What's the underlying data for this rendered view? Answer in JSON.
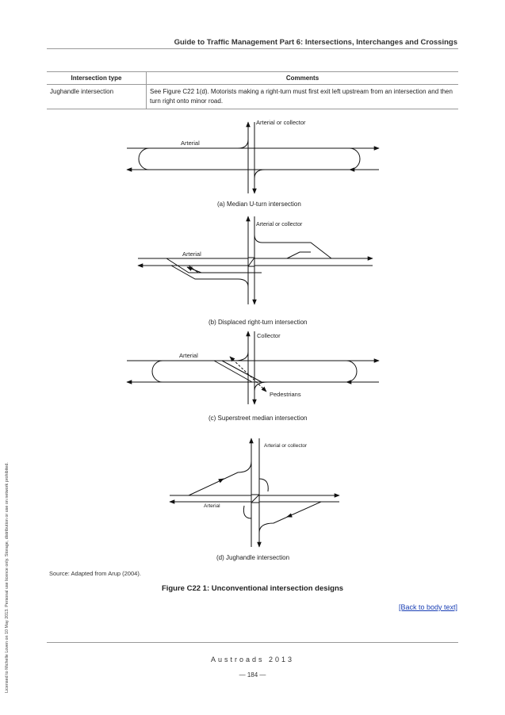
{
  "header": {
    "title": "Guide to Traffic Management Part 6: Intersections, Interchanges and Crossings"
  },
  "table": {
    "columns": [
      "Intersection type",
      "Comments"
    ],
    "rows": [
      {
        "type": "Jughandle intersection",
        "comment": "See Figure C22 1(d). Motorists making a right-turn must first exit left upstream from an intersection and then turn right onto minor road."
      }
    ]
  },
  "diagrams": {
    "a": {
      "caption": "(a)    Median U-turn intersection",
      "label_minor": "Arterial or collector",
      "label_major": "Arterial"
    },
    "b": {
      "caption": "(b)    Displaced right-turn intersection",
      "label_minor": "Arterial or collector",
      "label_major": "Arterial"
    },
    "c": {
      "caption": "(c)    Superstreet median intersection",
      "label_minor": "Collector",
      "label_major": "Arterial",
      "label_ped": "Pedestrians"
    },
    "d": {
      "caption": "(d)    Jughandle intersection",
      "label_minor": "Arterial or collector",
      "label_major": "Arterial"
    }
  },
  "source": "Source: Adapted from Arup (2004).",
  "figure_title": "Figure C22 1:   Unconventional intersection designs",
  "back_link": "[Back to body text]",
  "footer": {
    "org": "Austroads 2013",
    "page": "— 184 —"
  },
  "side_note": "Licensed to Michelle Loven on 10 May 2013. Personal use licence only. Storage, distribution or use on network prohibited."
}
